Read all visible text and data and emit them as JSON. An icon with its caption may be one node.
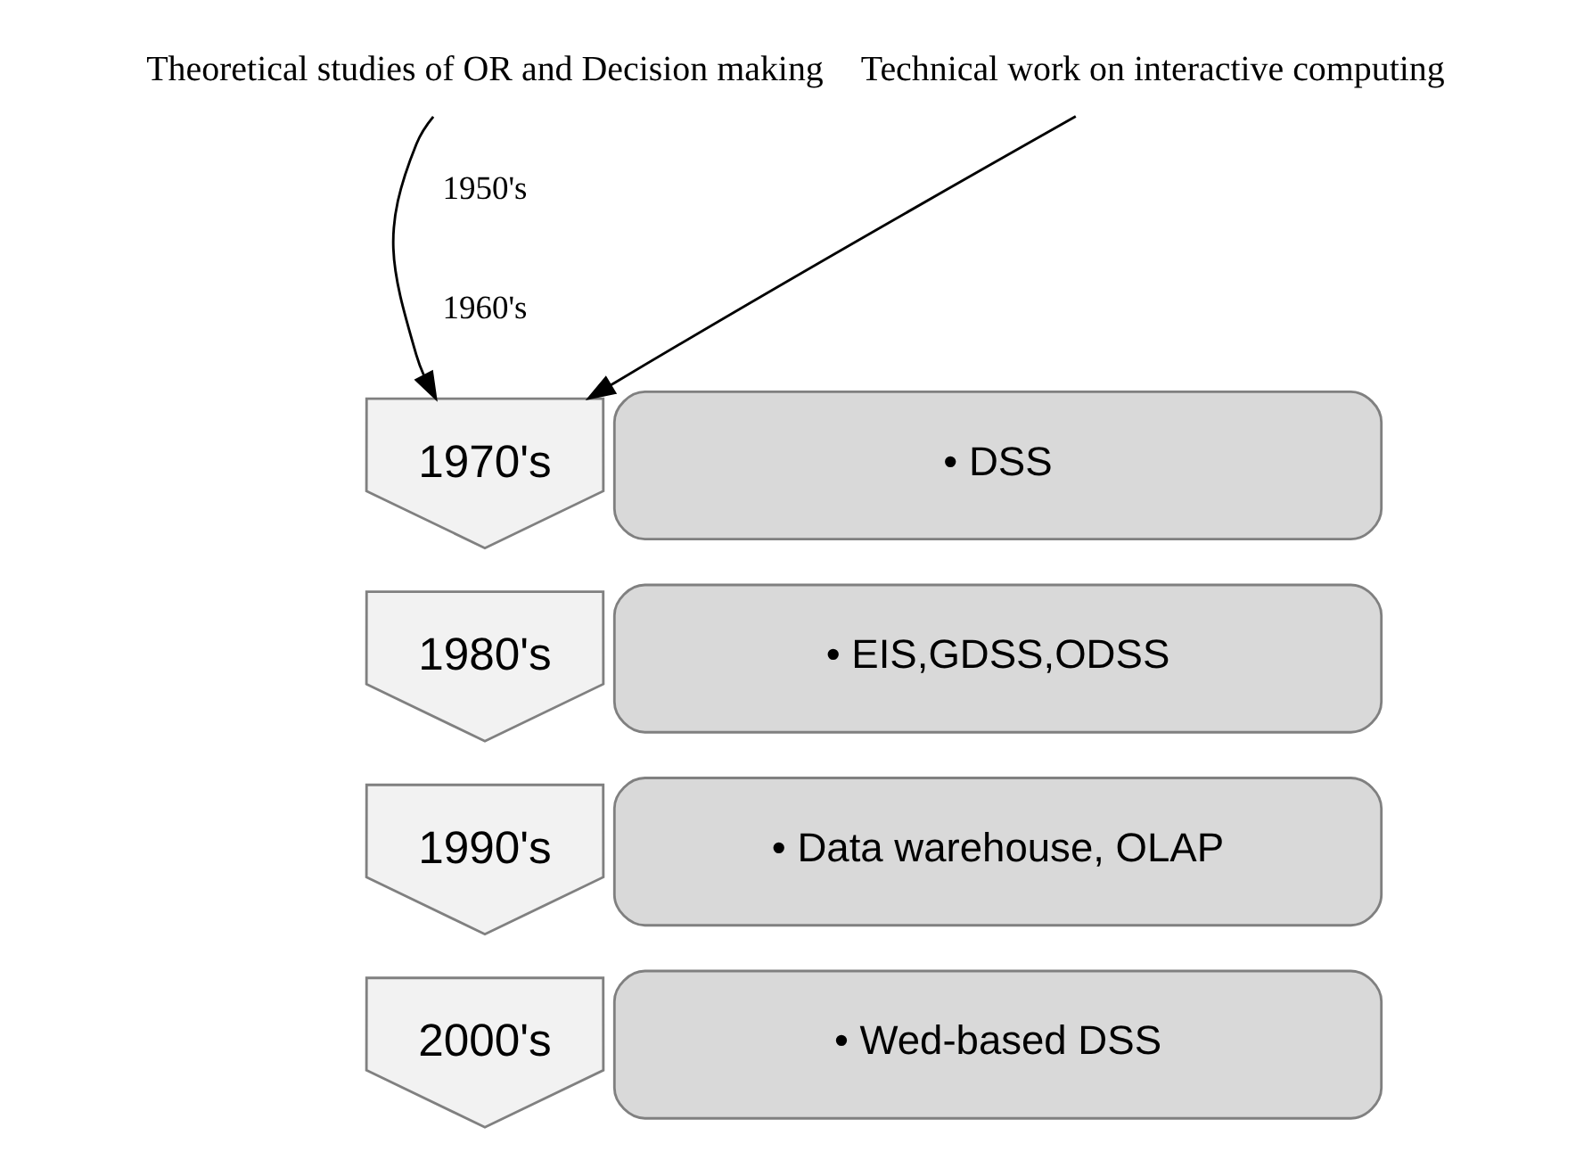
{
  "diagram": {
    "nodes": [
      {
        "text": [
          "Theoretical studies of OR and Decision making"
        ]
      },
      {
        "text": [
          "Technical work on interactive computing"
        ]
      },
      {
        "text": [
          "1970's"
        ]
      },
      {
        "text": [
          "• DSS"
        ]
      },
      {
        "text": [
          "1980's"
        ]
      },
      {
        "text": [
          "• EIS,GDSS,ODSS"
        ]
      },
      {
        "text": [
          "1990's"
        ]
      },
      {
        "text": [
          "• Data warehouse, OLAP"
        ]
      },
      {
        "text": [
          "2000's"
        ]
      },
      {
        "text": [
          "• Wed-based DSS"
        ]
      }
    ],
    "edges": [
      {
        "from": 0,
        "to": 2,
        "arrow": "to"
      },
      {
        "from": 1,
        "to": 2,
        "arrow": "to"
      }
    ],
    "labels": [
      "1950's",
      "1960's"
    ]
  }
}
